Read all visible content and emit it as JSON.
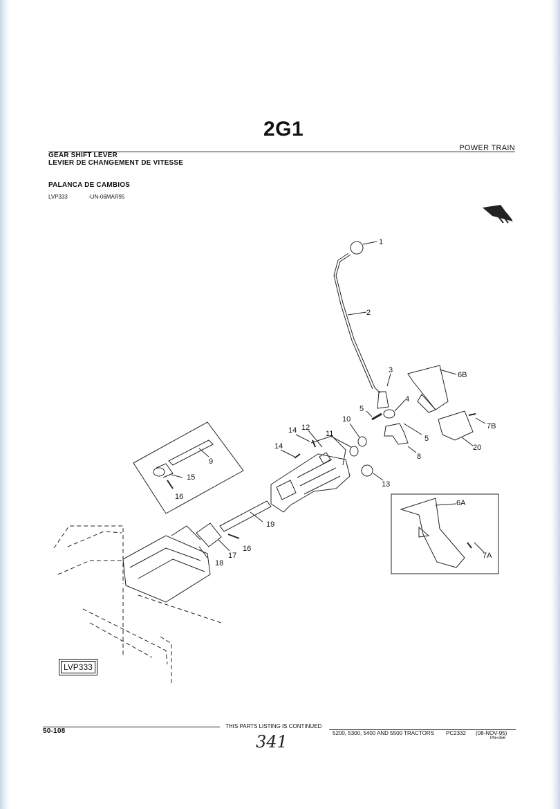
{
  "header": {
    "code": "2G1",
    "section": "POWER TRAIN",
    "title_en": "GEAR SHIFT LEVER",
    "title_fr": "LEVIER DE CHANGEMENT DE VITESSE",
    "title_es": "PALANCA DE CAMBIOS",
    "illustration_id": "LVP333",
    "illustration_date": "-UN-06MAR95"
  },
  "diagram": {
    "inset_label": "LVP333",
    "callouts": [
      "1",
      "2",
      "3",
      "4",
      "5",
      "5",
      "6B",
      "7B",
      "20",
      "8",
      "10",
      "11",
      "12",
      "14",
      "14",
      "13",
      "9",
      "15",
      "16",
      "19",
      "16",
      "17",
      "18",
      "6A",
      "7A"
    ]
  },
  "footer": {
    "page_ref": "50-108",
    "continued": "THIS PARTS LISTING IS CONTINUED",
    "models": "5200, 5300, 5400 AND 5500 TRACTORS",
    "catalog": "PC2332",
    "date": "(08-NOV-95)",
    "pn": "PN=356",
    "handwritten_page": "341"
  }
}
